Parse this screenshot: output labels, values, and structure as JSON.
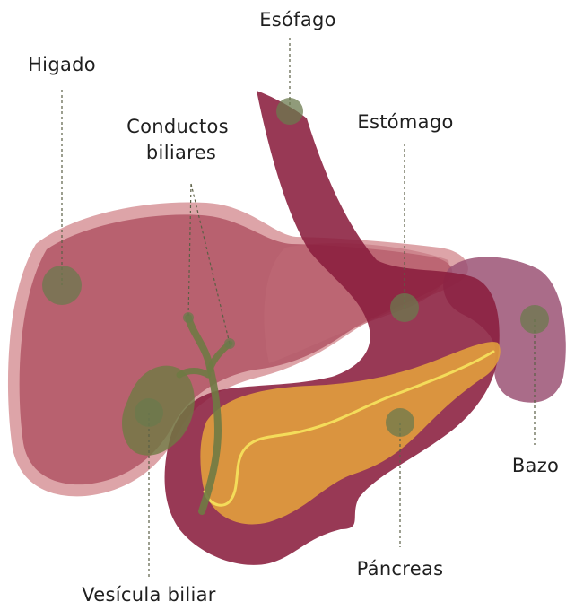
{
  "labels": {
    "esofago": "Esófago",
    "higado": "Higado",
    "conductos_line1": "Conductos",
    "conductos_line2": "biliares",
    "estomago": "Estómago",
    "bazo": "Bazo",
    "pancreas": "Páncreas",
    "vesicula": "Vesícula biliar"
  },
  "colors": {
    "liver_outer": "#d99a9f",
    "liver_inner": "#b45a68",
    "stomach": "#8a1e3e",
    "spleen": "#9b5274",
    "pancreas": "#e2a13c",
    "pancreas_duct": "#f4dc5a",
    "gallbladder": "#6f7a44",
    "marker": "#6b7a4d",
    "leader_line": "#5b5f45"
  }
}
